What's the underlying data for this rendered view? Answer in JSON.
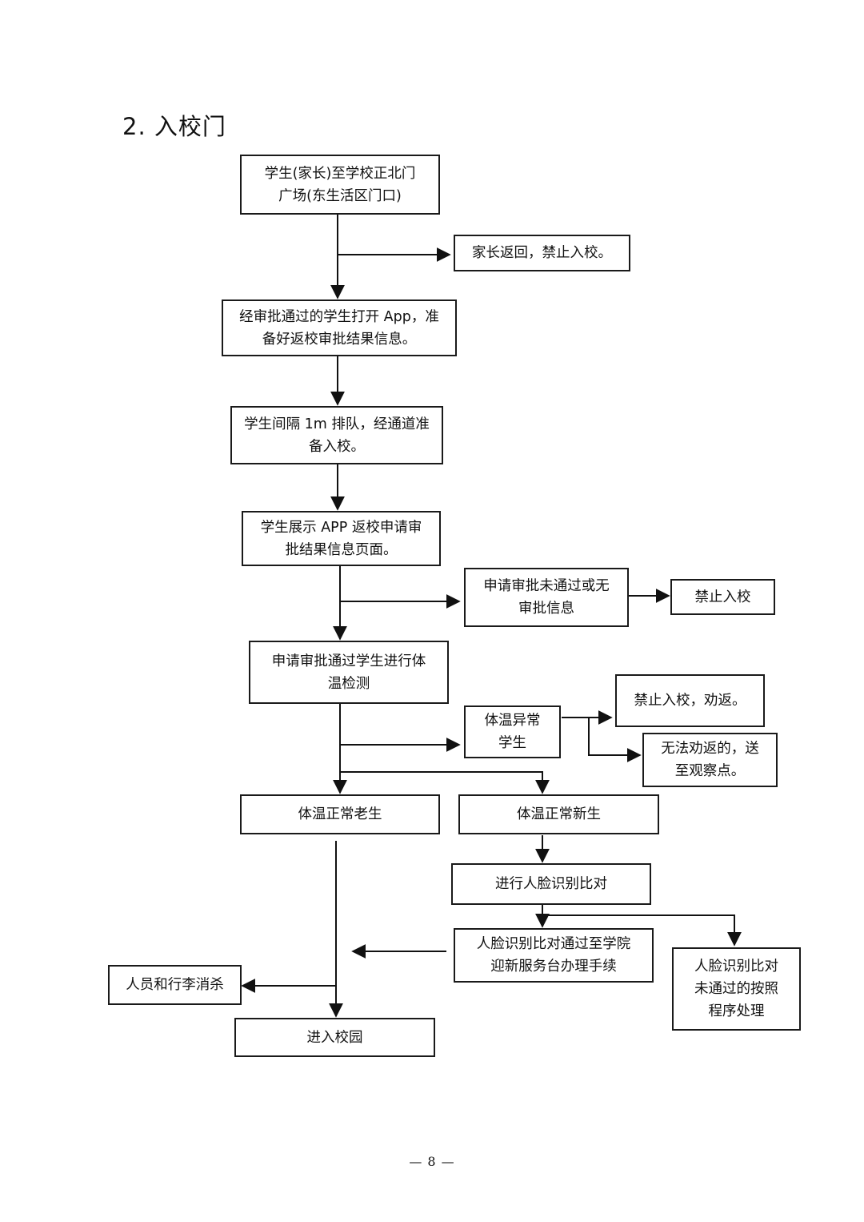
{
  "heading": "2. 入校门",
  "nodes": {
    "arrive": "学生(家长)至学校正北门\n广场(东生活区门口)",
    "parent_return": "家长返回，禁止入校。",
    "open_app": "经审批通过的学生打开 App，准\n备好返校审批结果信息。",
    "queue": "学生间隔 1m 排队，经通道准\n备入校。",
    "show_app": "学生展示 APP 返校申请审\n批结果信息页面。",
    "not_approved": "申请审批未通过或无\n审批信息",
    "no_entry": "禁止入校",
    "temp_check": "申请审批通过学生进行体\n温检测",
    "temp_abnormal": "体温异常\n学生",
    "deny_persuade": "禁止入校，劝返。",
    "observe": "无法劝返的，送\n至观察点。",
    "normal_old": "体温正常老生",
    "normal_new": "体温正常新生",
    "face_check": "进行人脸识别比对",
    "face_pass": "人脸识别比对通过至学院\n迎新服务台办理手续",
    "face_fail": "人脸识别比对\n未通过的按照\n程序处理",
    "disinfect": "人员和行李消杀",
    "enter": "进入校园"
  },
  "page_number": "— 8 —"
}
